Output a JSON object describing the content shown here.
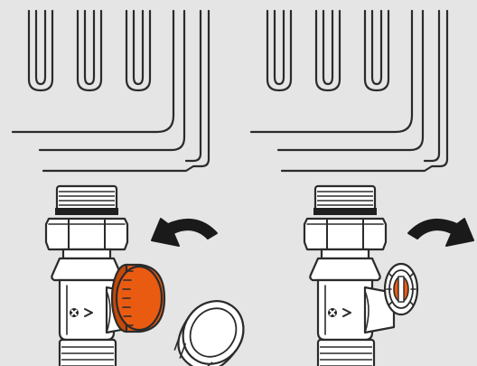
{
  "colors": {
    "background": "#e5e5e5",
    "line": "#2b2b2b",
    "part_fill": "#ffffff",
    "cap_accent": "#ea5b12"
  },
  "panels": [
    {
      "id": "left",
      "step": "remove-cap",
      "arrow_direction": "counter-clockwise"
    },
    {
      "id": "right",
      "step": "cap-removed",
      "arrow_direction": "clockwise"
    }
  ],
  "icons": {
    "rotate_ccw": "rotate-counter-clockwise-arrow",
    "rotate_cw": "rotate-clockwise-arrow"
  }
}
